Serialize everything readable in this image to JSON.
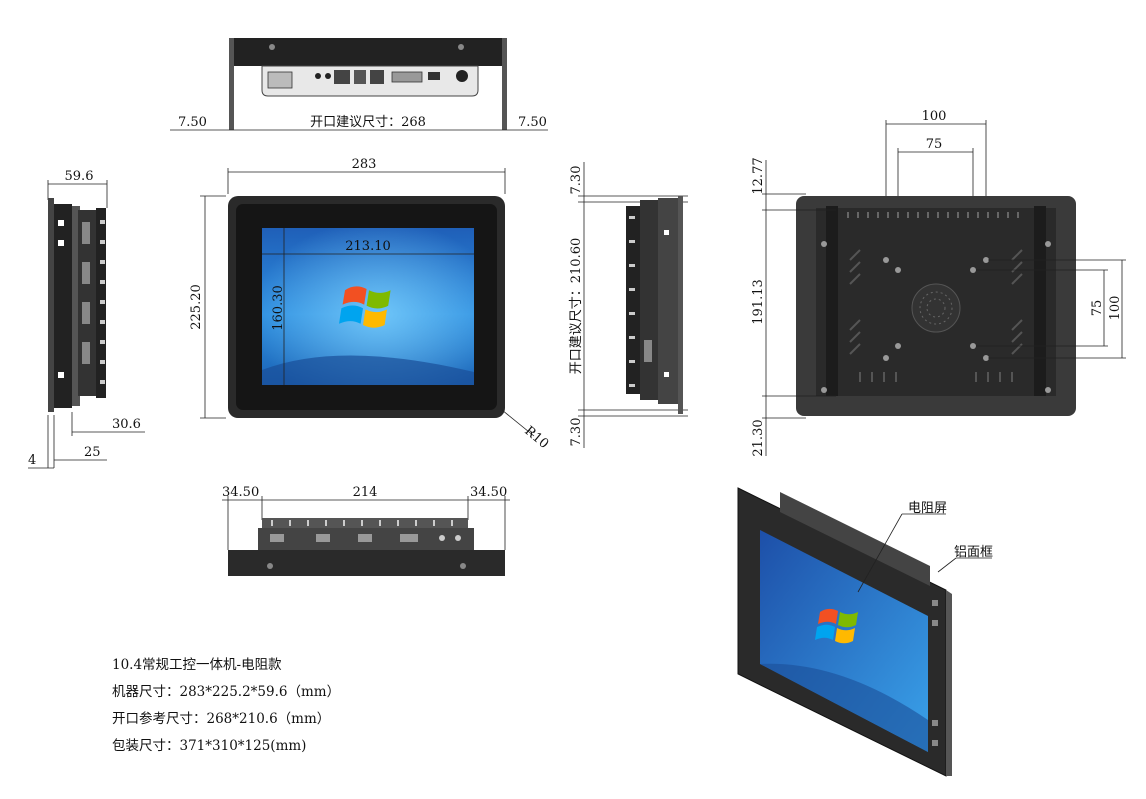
{
  "top_view": {
    "dim_left": "7.50",
    "dim_center": "开口建议尺寸：268",
    "dim_right": "7.50"
  },
  "front_view": {
    "dim_width": "283",
    "dim_height": "225.20",
    "dim_screen_width": "213.10",
    "dim_screen_height": "160.30",
    "dim_radius": "R10"
  },
  "left_side_view": {
    "dim_depth": "59.6",
    "dim_bracket": "30.6",
    "dim_body": "25",
    "dim_bezel": "4"
  },
  "right_side_view": {
    "dim_top": "7.30",
    "dim_cutout": "开口建议尺寸：210.60",
    "dim_bottom": "7.30"
  },
  "back_view": {
    "dim_vesa_100": "100",
    "dim_vesa_75": "75",
    "dim_vesa_75_v": "75",
    "dim_vesa_100_v": "100",
    "dim_top_offset": "12.77",
    "dim_mid": "191.13",
    "dim_bottom_offset": "21.30"
  },
  "bottom_view": {
    "dim_left": "34.50",
    "dim_center": "214",
    "dim_right": "34.50"
  },
  "perspective_view": {
    "label_screen": "电阻屏",
    "label_frame": "铝面框"
  },
  "specs": {
    "title": "10.4常规工控一体机-电阻款",
    "size": "机器尺寸：283*225.2*59.6（mm）",
    "cutout": "开口参考尺寸：268*210.6（mm）",
    "package": "包装尺寸：371*310*125(mm)"
  }
}
